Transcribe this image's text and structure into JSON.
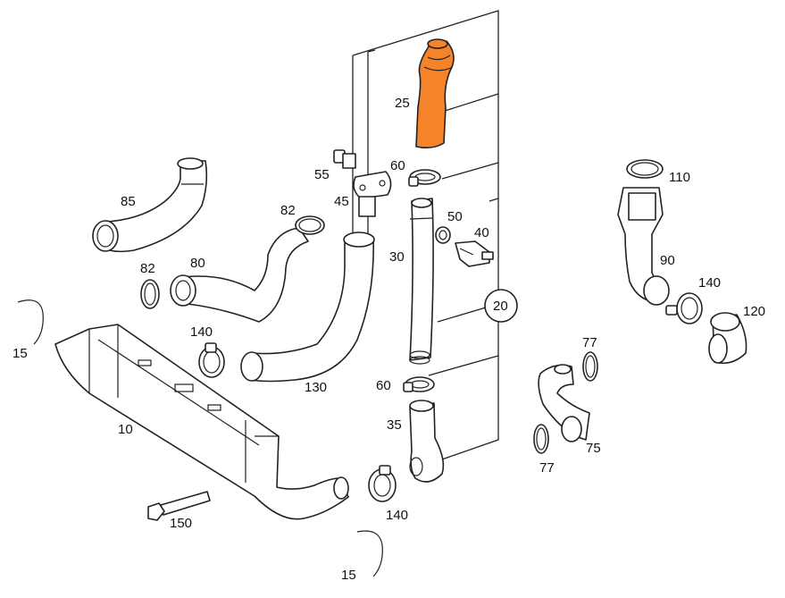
{
  "highlight_color": "#f5832a",
  "callouts": {
    "c10": "10",
    "c15a": "15",
    "c15b": "15",
    "c20": "20",
    "c25": "25",
    "c30": "30",
    "c35": "35",
    "c40": "40",
    "c45": "45",
    "c50": "50",
    "c55": "55",
    "c60a": "60",
    "c60b": "60",
    "c75": "75",
    "c77a": "77",
    "c77b": "77",
    "c80": "80",
    "c82a": "82",
    "c82b": "82",
    "c85": "85",
    "c90": "90",
    "c110": "110",
    "c120": "120",
    "c130": "130",
    "c140a": "140",
    "c140b": "140",
    "c140c": "140",
    "c150": "150"
  }
}
